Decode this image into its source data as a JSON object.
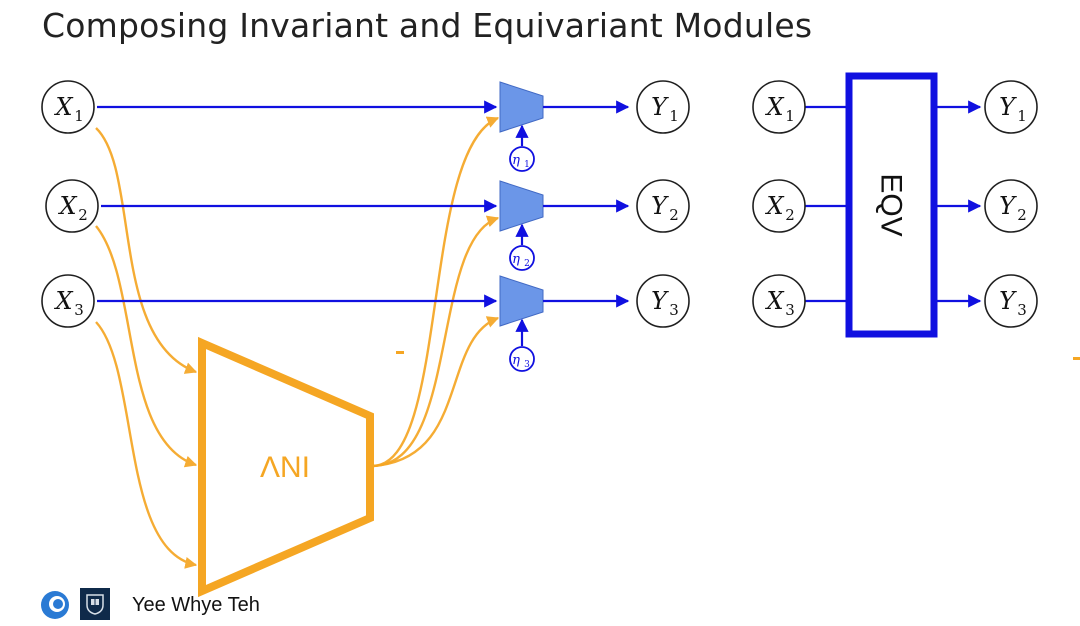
{
  "slide": {
    "title": "Composing Invariant and Equivariant Modules",
    "author": "Yee Whye Teh"
  },
  "diagram": {
    "inputs": [
      {
        "letter": "X",
        "sub": "1"
      },
      {
        "letter": "X",
        "sub": "2"
      },
      {
        "letter": "X",
        "sub": "3"
      }
    ],
    "outputs": [
      {
        "letter": "Y",
        "sub": "1"
      },
      {
        "letter": "Y",
        "sub": "2"
      },
      {
        "letter": "Y",
        "sub": "3"
      }
    ],
    "etas": [
      {
        "letter": "η",
        "sub": "1"
      },
      {
        "letter": "η",
        "sub": "2"
      },
      {
        "letter": "η",
        "sub": "3"
      }
    ],
    "invariant_label": "INV",
    "equivariant_label": "EQV",
    "colors": {
      "invariant": "#f5a623",
      "equivariant": "#1010e0",
      "module_fill": "#6b96e8",
      "module_stroke": "#4169c4"
    }
  },
  "footer": {
    "logos": [
      "deepmind-logo",
      "oxford-crest"
    ]
  }
}
